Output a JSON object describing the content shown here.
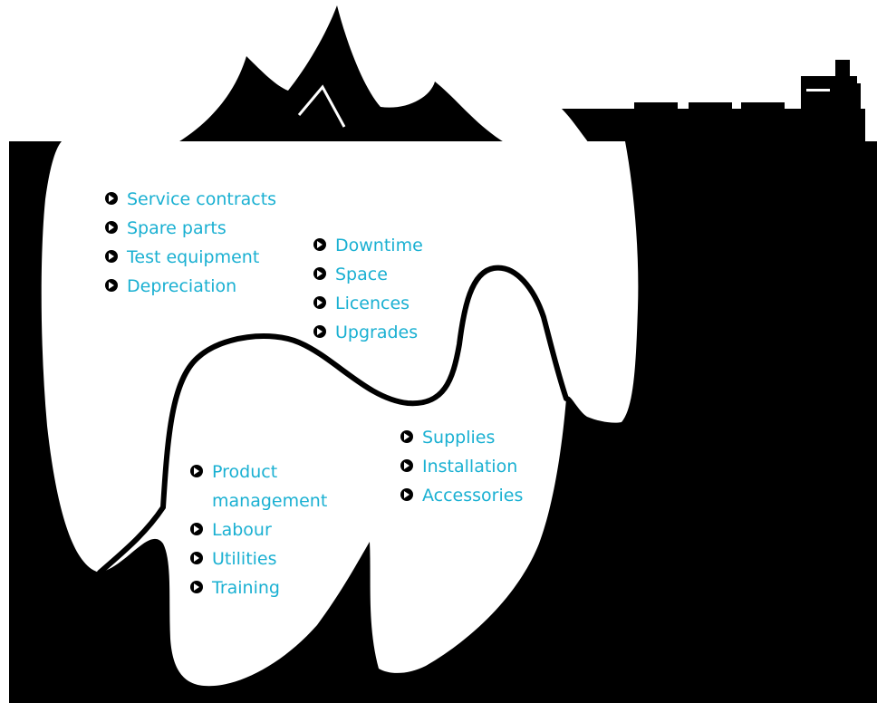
{
  "colors": {
    "background": "#ffffff",
    "water": "#000000",
    "iceberg": "#000000",
    "text_accent": "#1ab0d2",
    "bullet": "#000000"
  },
  "icons": {
    "bullet": "circle-arrow-right-icon",
    "ship": "cargo-ship-icon"
  },
  "groups": [
    {
      "items": [
        "Service contracts",
        "Spare parts",
        "Test equipment",
        "Depreciation"
      ]
    },
    {
      "items": [
        "Downtime",
        "Space",
        "Licences",
        "Upgrades"
      ]
    },
    {
      "items": [
        "Product management",
        "Labour",
        "Utilities",
        "Training"
      ]
    },
    {
      "items": [
        "Supplies",
        "Installation",
        "Accessories"
      ]
    }
  ]
}
